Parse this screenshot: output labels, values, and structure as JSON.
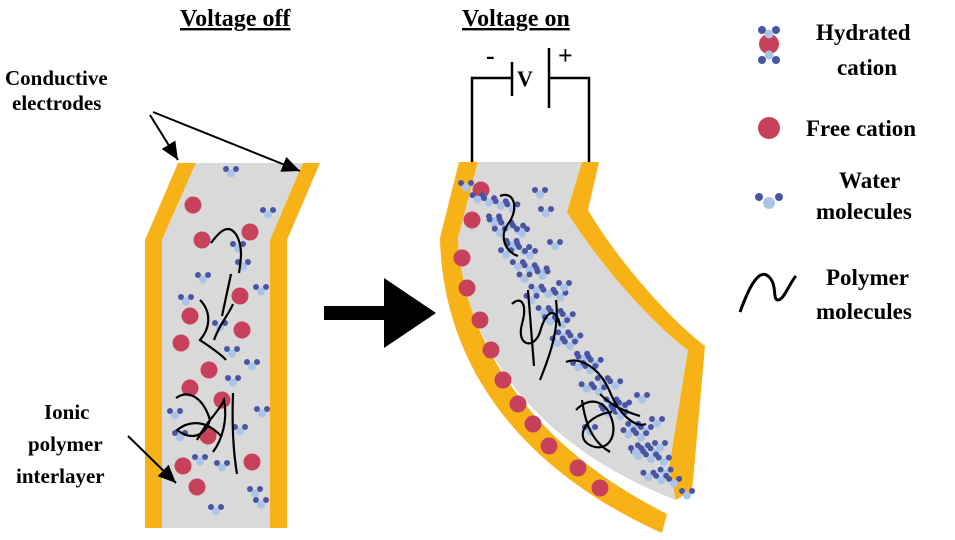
{
  "headings": {
    "voltage_off": "Voltage off",
    "voltage_on": "Voltage on"
  },
  "labels": {
    "conductive_line1": "Conductive",
    "conductive_line2": "electrodes",
    "ionic_line1": "Ionic",
    "ionic_line2": "polymer",
    "ionic_line3": "interlayer",
    "minus": "-",
    "plus": "+",
    "voltage": "V"
  },
  "legend": {
    "hydrated_line1": "Hydrated",
    "hydrated_line2": "cation",
    "free_cation": "Free cation",
    "water_line1": "Water",
    "water_line2": "molecules",
    "polymer_line1": "Polymer",
    "polymer_line2": "molecules"
  },
  "colors": {
    "electrode": "#F7B217",
    "interlayer": "#D9D9D9",
    "cation": "#C8415A",
    "water_blue": "#4A55A2",
    "water_light": "#A9C4E8",
    "polymer": "#000000",
    "arrow": "#000000"
  }
}
